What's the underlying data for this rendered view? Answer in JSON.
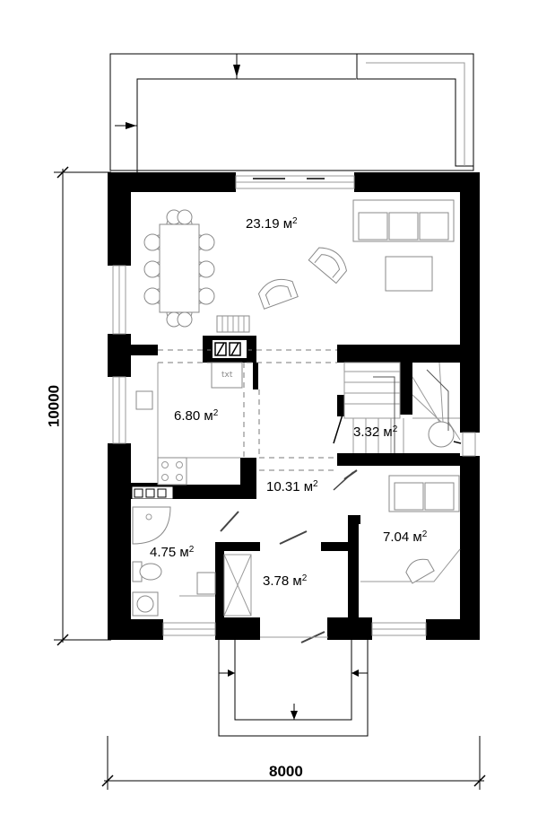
{
  "rooms": [
    {
      "area": "23.19",
      "unit": "м",
      "exp": "2"
    },
    {
      "area": "6.80",
      "unit": "м",
      "exp": "2"
    },
    {
      "area": "3.32",
      "unit": "м",
      "exp": "2"
    },
    {
      "area": "10.31",
      "unit": "м",
      "exp": "2"
    },
    {
      "area": "7.04",
      "unit": "м",
      "exp": "2"
    },
    {
      "area": "4.75",
      "unit": "м",
      "exp": "2"
    },
    {
      "area": "3.78",
      "unit": "м",
      "exp": "2"
    }
  ],
  "dimensions": {
    "height": "10000",
    "width": "8000"
  },
  "labels": {
    "hood": "txt"
  }
}
